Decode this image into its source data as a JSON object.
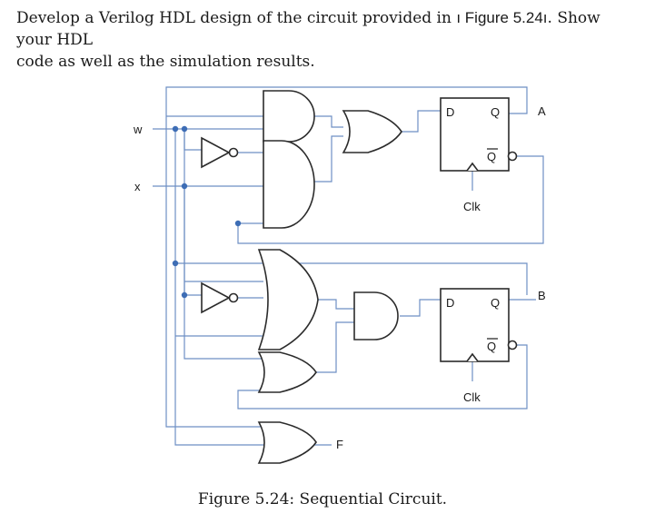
{
  "prompt": {
    "line1_before": "Develop a Verilog HDL design of the circuit provided in ",
    "figure_ref": "ı Figure 5.24ı",
    "line1_after": ". Show your HDL",
    "line2": "code as well as the simulation results."
  },
  "diagram": {
    "input_w": "w",
    "input_x": "x",
    "output_a": "A",
    "output_b": "B",
    "output_f": "F",
    "ff_top": {
      "d": "D",
      "q": "Q",
      "qbar": "Q",
      "clk": "Clk"
    },
    "ff_bottom": {
      "d": "D",
      "q": "Q",
      "qbar": "Q",
      "clk": "Clk"
    }
  },
  "caption": "Figure 5.24: Sequential Circuit."
}
